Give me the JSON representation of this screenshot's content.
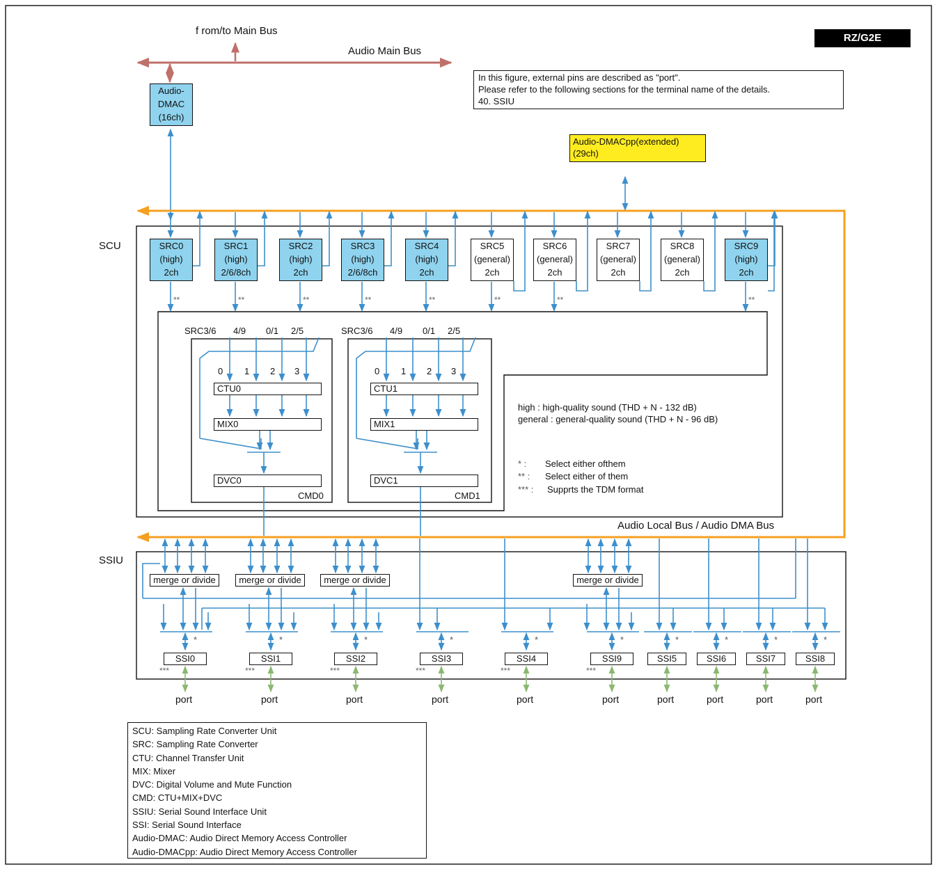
{
  "badge": "RZ/G2E",
  "main_bus": {
    "from_to": "f rom/to Main Bus",
    "audio_main_bus": "Audio Main Bus"
  },
  "note_lines": [
    "In this figure,  external pins are described as \"port\".",
    "Please refer to the following sections  for the  terminal name of the details.",
    "40.  SSIU"
  ],
  "dmac": {
    "line1": "Audio-",
    "line2": "DMAC",
    "line3": "(16ch)"
  },
  "dmacpp": {
    "line1": "Audio-DMACpp(extended)",
    "line2": "(29ch)"
  },
  "scu_label": "SCU",
  "ssiu_label": "SSIU",
  "local_bus_label": "Audio Local Bus / Audio DMA Bus",
  "srcs": [
    {
      "name": "SRC0",
      "q": "(high)",
      "ch": "2ch",
      "high": true
    },
    {
      "name": "SRC1",
      "q": "(high)",
      "ch": "2/6/8ch",
      "high": true
    },
    {
      "name": "SRC2",
      "q": "(high)",
      "ch": "2ch",
      "high": true
    },
    {
      "name": "SRC3",
      "q": "(high)",
      "ch": "2/6/8ch",
      "high": true
    },
    {
      "name": "SRC4",
      "q": "(high)",
      "ch": "2ch",
      "high": true
    },
    {
      "name": "SRC5",
      "q": "(general)",
      "ch": "2ch",
      "high": false
    },
    {
      "name": "SRC6",
      "q": "(general)",
      "ch": "2ch",
      "high": false
    },
    {
      "name": "SRC7",
      "q": "(general)",
      "ch": "2ch",
      "high": false
    },
    {
      "name": "SRC8",
      "q": "(general)",
      "ch": "2ch",
      "high": false
    },
    {
      "name": "SRC9",
      "q": "(high)",
      "ch": "2ch",
      "high": true
    }
  ],
  "double_star": "**",
  "single_star": "*",
  "triple_star": "***",
  "cmd_blocks": [
    {
      "inputs": [
        "SRC3/6",
        "4/9",
        "0/1",
        "2/5"
      ],
      "nums": [
        "0",
        "1",
        "2",
        "3"
      ],
      "ctu": "CTU0",
      "mix": "MIX0",
      "dvc": "DVC0",
      "cmd": "CMD0"
    },
    {
      "inputs": [
        "SRC3/6",
        "4/9",
        "0/1",
        "2/5"
      ],
      "nums": [
        "0",
        "1",
        "2",
        "3"
      ],
      "ctu": "CTU1",
      "mix": "MIX1",
      "dvc": "DVC1",
      "cmd": "CMD1"
    }
  ],
  "quality_notes": [
    "high :  high-quality  sound  (THD + N - 132 dB)",
    "general  :  general-quality  sound  (THD + N - 96  dB)"
  ],
  "star_notes": [
    {
      "mark": "* :",
      "text": "Select  either  ofthem"
    },
    {
      "mark": "** :",
      "text": "Select  either  of them"
    },
    {
      "mark": "*** :",
      "text": "Supprts  the TDM format"
    }
  ],
  "merge_label": "merge or divide",
  "ssis": [
    "SSI0",
    "SSI1",
    "SSI2",
    "SSI3",
    "SSI4",
    "SSI9",
    "SSI5",
    "SSI6",
    "SSI7",
    "SSI8"
  ],
  "port_label": "port",
  "legend": [
    "SCU: Sampling Rate Converter Unit",
    "SRC: Sampling  Rate  Converter",
    "CTU: Channel  Transfer Unit",
    "MIX: Mixer",
    "DVC: Digital Volume and Mute Function",
    "CMD: CTU+MIX+DVC",
    "SSIU: Serial Sound Interface  Unit",
    "SSI: Serial Sound Interface",
    "Audio-DMAC: Audio  Direct Memory Access Controller",
    "Audio-DMACpp: Audio  Direct Memory Access Controller"
  ],
  "colors": {
    "blue": "#3d8fcc",
    "orange": "#f5a020",
    "brown": "#c0706a",
    "green": "#8ab870",
    "src_high": "#8fd3ee",
    "dmacpp": "#ffec20"
  }
}
